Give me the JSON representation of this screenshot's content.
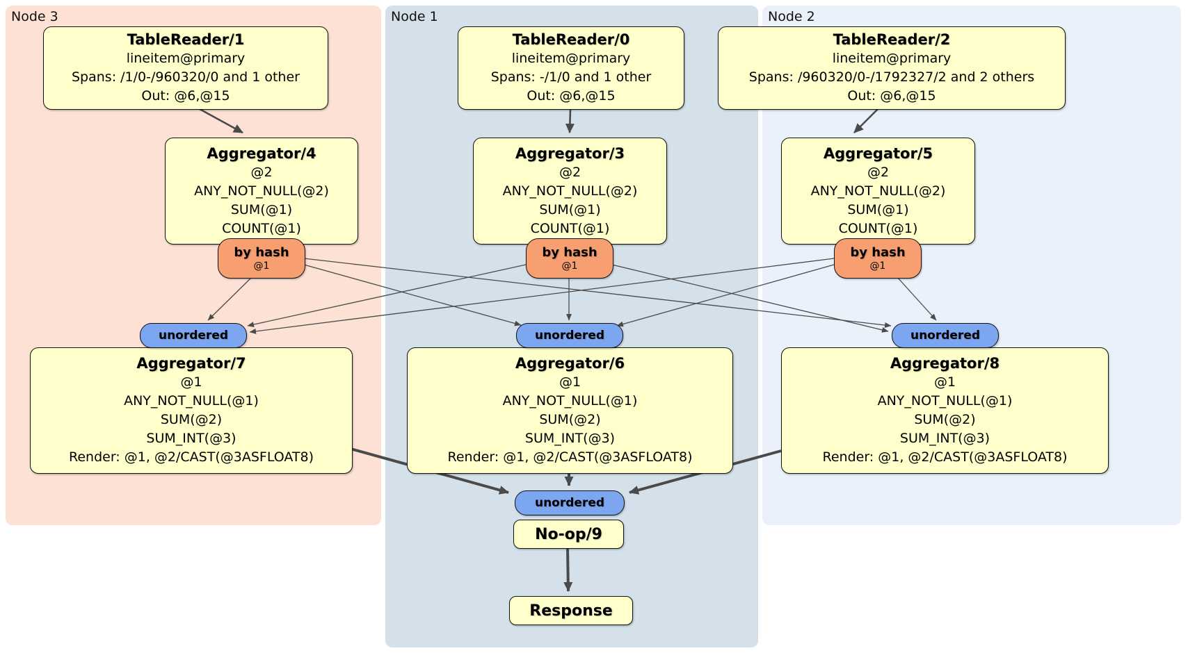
{
  "diagram_type": "distsql-query-plan",
  "regions": [
    {
      "id": "node3",
      "label": "Node 3",
      "color": "#fce1d4"
    },
    {
      "id": "node1",
      "label": "Node 1",
      "color": "#d4e1ea"
    },
    {
      "id": "node2",
      "label": "Node 2",
      "color": "#eaf1fa"
    }
  ],
  "processors": {
    "tr1": {
      "title": "TableReader/1",
      "lines": [
        "lineitem@primary",
        "Spans: /1/0-/960320/0 and 1 other",
        "Out: @6,@15"
      ]
    },
    "tr0": {
      "title": "TableReader/0",
      "lines": [
        "lineitem@primary",
        "Spans: -/1/0 and 1 other",
        "Out: @6,@15"
      ]
    },
    "tr2": {
      "title": "TableReader/2",
      "lines": [
        "lineitem@primary",
        "Spans: /960320/0-/1792327/2 and 2 others",
        "Out: @6,@15"
      ]
    },
    "agg4": {
      "title": "Aggregator/4",
      "lines": [
        "@2",
        "ANY_NOT_NULL(@2)",
        "SUM(@1)",
        "COUNT(@1)"
      ]
    },
    "agg3": {
      "title": "Aggregator/3",
      "lines": [
        "@2",
        "ANY_NOT_NULL(@2)",
        "SUM(@1)",
        "COUNT(@1)"
      ]
    },
    "agg5": {
      "title": "Aggregator/5",
      "lines": [
        "@2",
        "ANY_NOT_NULL(@2)",
        "SUM(@1)",
        "COUNT(@1)"
      ]
    },
    "agg7": {
      "title": "Aggregator/7",
      "lines": [
        "@1",
        "ANY_NOT_NULL(@1)",
        "SUM(@2)",
        "SUM_INT(@3)",
        "Render: @1, @2/CAST(@3ASFLOAT8)"
      ]
    },
    "agg6": {
      "title": "Aggregator/6",
      "lines": [
        "@1",
        "ANY_NOT_NULL(@1)",
        "SUM(@2)",
        "SUM_INT(@3)",
        "Render: @1, @2/CAST(@3ASFLOAT8)"
      ]
    },
    "agg8": {
      "title": "Aggregator/8",
      "lines": [
        "@1",
        "ANY_NOT_NULL(@1)",
        "SUM(@2)",
        "SUM_INT(@3)",
        "Render: @1, @2/CAST(@3ASFLOAT8)"
      ]
    },
    "noop": {
      "title": "No-op/9"
    },
    "response": {
      "title": "Response"
    }
  },
  "routers": {
    "hash4": {
      "label": "by hash",
      "detail": "@1"
    },
    "hash3": {
      "label": "by hash",
      "detail": "@1"
    },
    "hash5": {
      "label": "by hash",
      "detail": "@1"
    }
  },
  "syncs": {
    "left": {
      "label": "unordered"
    },
    "mid": {
      "label": "unordered"
    },
    "right": {
      "label": "unordered"
    },
    "bottom": {
      "label": "unordered"
    }
  },
  "colors": {
    "processor_fill": "#ffffcc",
    "router_fill": "#f79f71",
    "sync_fill": "#7da6f0",
    "edge": "#4a4a4a",
    "border": "#111111"
  }
}
